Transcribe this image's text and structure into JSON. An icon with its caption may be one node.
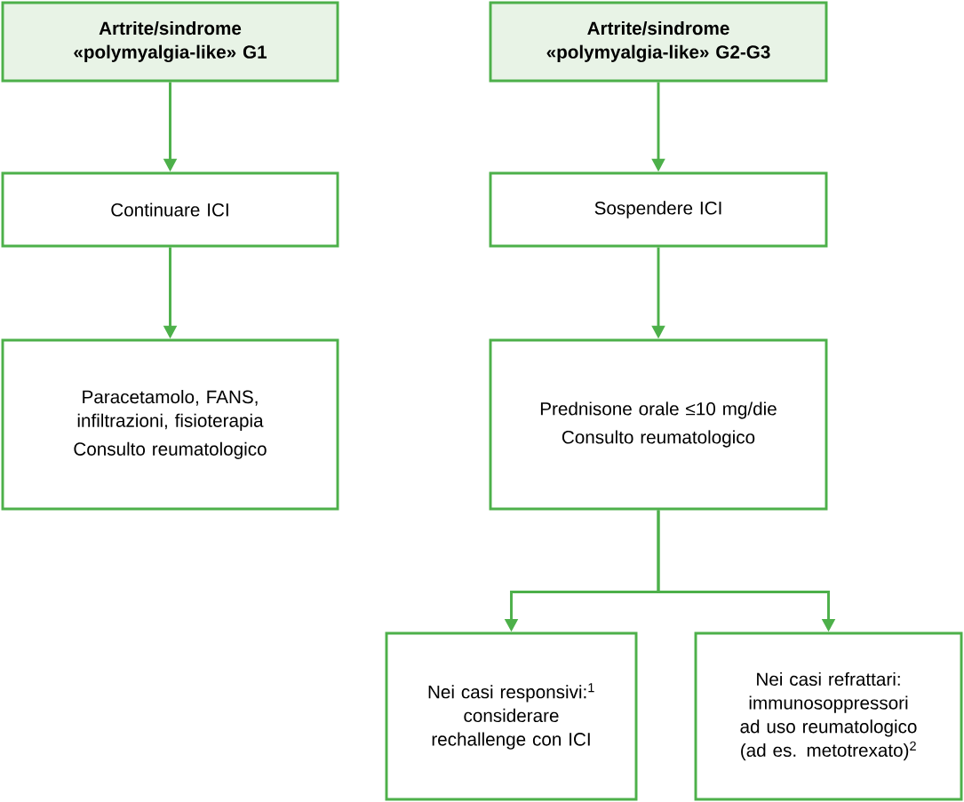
{
  "diagram": {
    "nodes": [
      {
        "text": [
          "Artrite/sindrome «polymyalgia-like» G1"
        ]
      },
      {
        "text": [
          "Artrite/sindrome «polymyalgia-like» G2-G3"
        ]
      },
      {
        "text": [
          "Continuare ICI"
        ]
      },
      {
        "text": [
          "Sospendere ICI"
        ]
      },
      {
        "text": [
          "Paracetamolo, FANS, infiltrazioni, fisioterapia",
          "Consulto reumatologico"
        ]
      },
      {
        "text": [
          "Prednisone orale ≤10 mg/die",
          "Consulto reumatologico"
        ]
      },
      {
        "text": [
          "Nei casi responsivi:$^{1}$ considerare rechallenge con ICI"
        ]
      },
      {
        "text": [
          "Nei casi refrattari: immunosoppressori ad uso reumatologico (ad es. metotrexato)$^{2}$"
        ]
      }
    ],
    "edges": [
      {
        "from": 0,
        "to": 2,
        "arrow": "to"
      },
      {
        "from": 2,
        "to": 4,
        "arrow": "to"
      },
      {
        "from": 1,
        "to": 3,
        "arrow": "to"
      },
      {
        "from": 3,
        "to": 5,
        "arrow": "to"
      },
      {
        "from": 5,
        "to": 6,
        "arrow": "to"
      },
      {
        "from": 5,
        "to": 7,
        "arrow": "to"
      }
    ]
  }
}
